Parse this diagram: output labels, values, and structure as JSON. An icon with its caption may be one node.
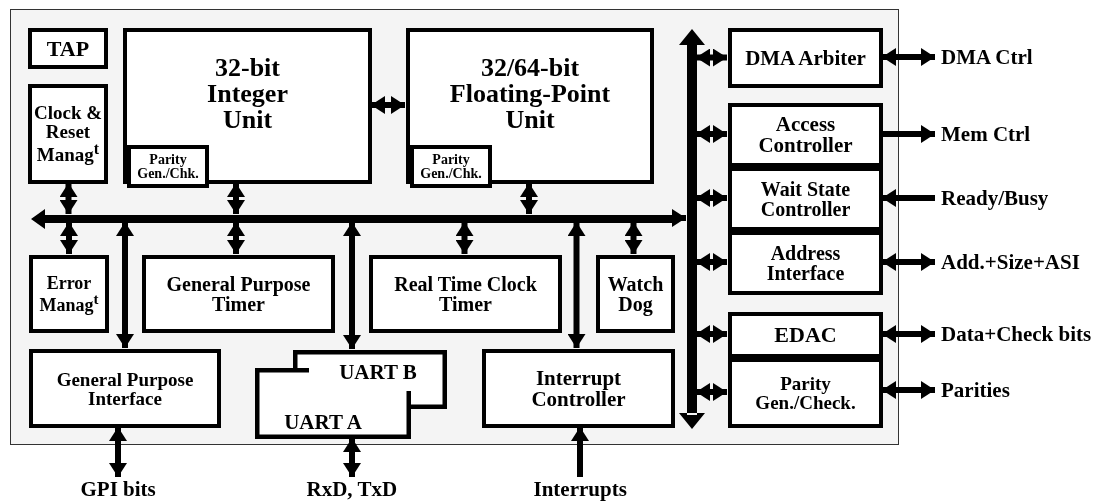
{
  "diagram": {
    "nodes": [
      {
        "text": [],
        "shape": "box"
      },
      {
        "text": [
          "TAP"
        ],
        "in": 0
      },
      {
        "text": [
          "32-bit Integer Unit"
        ],
        "in": 0
      },
      {
        "text": [
          "Parity Gen./Chk."
        ],
        "in": 2
      },
      {
        "text": [
          "32/64-bit Floating-Point Unit"
        ],
        "in": 0
      },
      {
        "text": [
          "Parity Gen./Chk."
        ],
        "in": 4
      },
      {
        "text": [
          "Clock & Reset Manag$^{t}$"
        ],
        "in": 0
      },
      {
        "text": [],
        "shape": "bar",
        "in": 0
      },
      {
        "text": [],
        "shape": "bar",
        "in": 0
      },
      {
        "text": [
          "DMA Arbiter"
        ],
        "in": 0
      },
      {
        "text": [
          "Access Controller"
        ],
        "in": 0
      },
      {
        "text": [
          "Wait State Controller"
        ],
        "in": 0
      },
      {
        "text": [
          "Address Interface"
        ],
        "in": 0
      },
      {
        "text": [
          "Error Manag$^{t}$"
        ],
        "in": 0
      },
      {
        "text": [
          "General Purpose Timer"
        ],
        "in": 0
      },
      {
        "text": [
          "Real Time Clock Timer"
        ],
        "in": 0
      },
      {
        "text": [
          "Watch Dog"
        ],
        "in": 0
      },
      {
        "text": [
          "EDAC"
        ],
        "in": 0
      },
      {
        "text": [
          "Parity Gen./Check."
        ],
        "in": 0
      },
      {
        "text": [
          "General Purpose Interface"
        ],
        "in": 0
      },
      {
        "text": [
          "UART B"
        ],
        "in": 0
      },
      {
        "text": [
          "UART A"
        ],
        "in": 0
      },
      {
        "text": [
          "Interrupt Controller"
        ],
        "in": 0
      },
      {
        "text": [
          "DMA Ctrl"
        ]
      },
      {
        "text": [
          "Mem Ctrl"
        ]
      },
      {
        "text": [
          "Ready/Busy"
        ]
      },
      {
        "text": [
          "Add.+Size+ASI"
        ]
      },
      {
        "text": [
          "Data+Check bits"
        ]
      },
      {
        "text": [
          "Parities"
        ]
      },
      {
        "text": [
          "GPI bits"
        ]
      },
      {
        "text": [
          "RxD, TxD"
        ]
      },
      {
        "text": [
          "Interrupts"
        ]
      }
    ],
    "edges": [
      {
        "from": 2,
        "to": 4,
        "arrow": "both"
      },
      {
        "from": 6,
        "to": 7,
        "arrow": "both"
      },
      {
        "from": 7,
        "to": 13,
        "arrow": "both"
      },
      {
        "from": 7,
        "to": 19,
        "arrow": "both"
      },
      {
        "from": 7,
        "to": 2,
        "arrow": "both"
      },
      {
        "from": 7,
        "to": 14,
        "arrow": "both"
      },
      {
        "from": 7,
        "to": 20,
        "arrow": "both"
      },
      {
        "from": 7,
        "to": 4,
        "arrow": "both"
      },
      {
        "from": 7,
        "to": 15,
        "arrow": "both"
      },
      {
        "from": 7,
        "to": 22,
        "arrow": "both"
      },
      {
        "from": 7,
        "to": 16,
        "arrow": "both"
      },
      {
        "from": 7,
        "to": 8,
        "arrow": "to"
      },
      {
        "from": 8,
        "to": 9,
        "arrow": "both"
      },
      {
        "from": 8,
        "to": 10,
        "arrow": "both"
      },
      {
        "from": 8,
        "to": 11,
        "arrow": "both"
      },
      {
        "from": 8,
        "to": 12,
        "arrow": "both"
      },
      {
        "from": 8,
        "to": 17,
        "arrow": "both"
      },
      {
        "from": 8,
        "to": 18,
        "arrow": "both"
      },
      {
        "from": 9,
        "to": 23,
        "arrow": "both"
      },
      {
        "from": 10,
        "to": 24,
        "arrow": "to"
      },
      {
        "from": 25,
        "to": 11,
        "arrow": "to"
      },
      {
        "from": 12,
        "to": 26,
        "arrow": "both"
      },
      {
        "from": 17,
        "to": 27,
        "arrow": "both"
      },
      {
        "from": 18,
        "to": 28,
        "arrow": "both"
      },
      {
        "from": 19,
        "to": 29,
        "arrow": "both"
      },
      {
        "from": 21,
        "to": 30,
        "arrow": "both"
      },
      {
        "from": 31,
        "to": 22,
        "arrow": "to"
      }
    ]
  }
}
